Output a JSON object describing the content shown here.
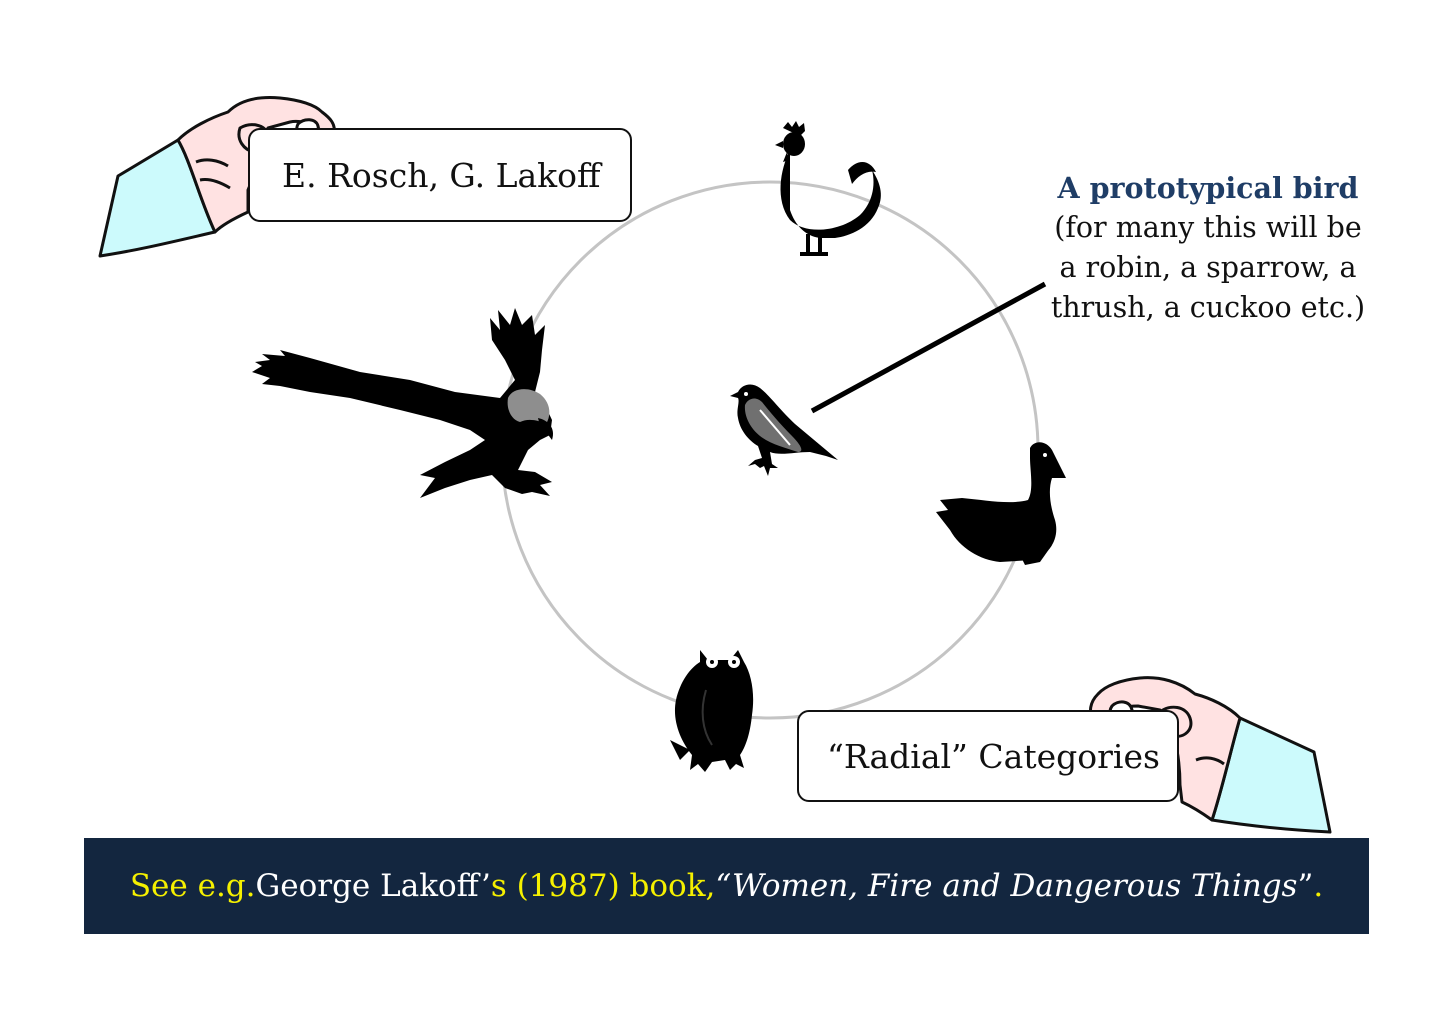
{
  "cards": {
    "authors": "E. Rosch, G. Lakoff",
    "radial": "“Radial” Categories"
  },
  "callout": {
    "title": "A prototypical bird",
    "lines": [
      "(for many this will be",
      "a robin, a sparrow, a",
      "thrush, a cuckoo etc.)"
    ]
  },
  "banner": {
    "part1": "See e.g.",
    "part2": " George Lakoff’",
    "part3": "s (1987) book,",
    "part4": " “Women, Fire and Dangerous Things",
    "part5": "”",
    "part6": "."
  },
  "colors": {
    "banner_bg": "#13263f",
    "highlight": "#f5f000",
    "callout_title": "#1f3d66",
    "sleeve": "#ccfafc",
    "skin": "#ffe2e2"
  },
  "icons": [
    "hand-icon",
    "rooster-icon",
    "eagle-icon",
    "robin-icon",
    "duck-icon",
    "owl-icon"
  ]
}
